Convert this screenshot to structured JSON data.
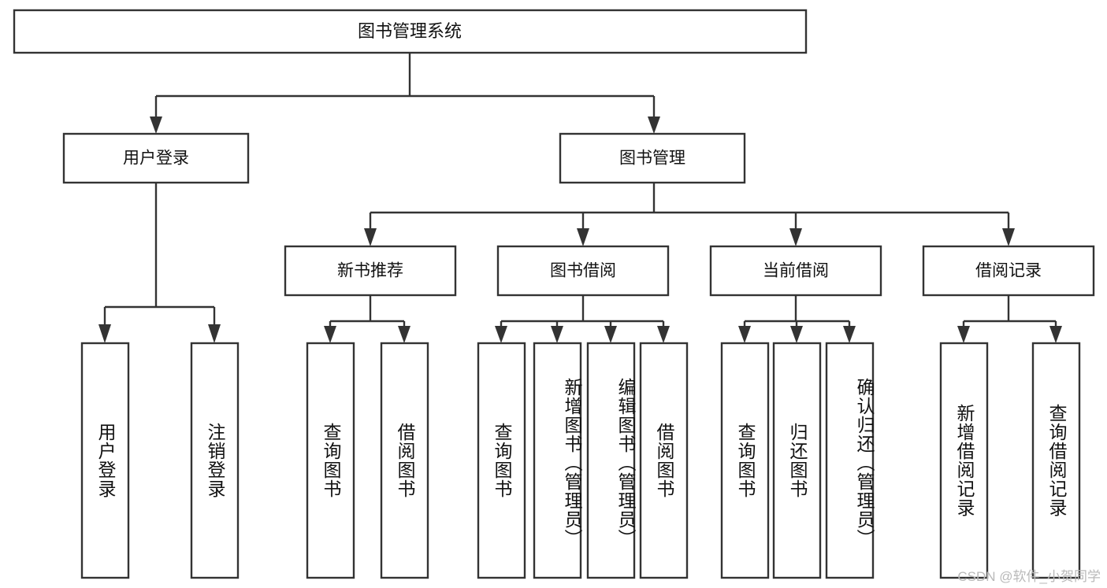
{
  "diagram": {
    "type": "tree-hierarchy-chart",
    "title": "图书管理系统",
    "root": {
      "id": "root",
      "label": "图书管理系统"
    },
    "level2": [
      {
        "id": "user-login",
        "label": "用户登录"
      },
      {
        "id": "book-management",
        "label": "图书管理"
      }
    ],
    "level3": [
      {
        "id": "new-book-recommend",
        "label": "新书推荐",
        "parent": "book-management"
      },
      {
        "id": "book-borrow",
        "label": "图书借阅",
        "parent": "book-management"
      },
      {
        "id": "current-borrow",
        "label": "当前借阅",
        "parent": "book-management"
      },
      {
        "id": "borrow-record",
        "label": "借阅记录",
        "parent": "book-management"
      }
    ],
    "leaves": {
      "user-login": [
        {
          "id": "leaf-user-login",
          "label": "用户登录"
        },
        {
          "id": "leaf-logout-login",
          "label": "注销登录"
        }
      ],
      "new-book-recommend": [
        {
          "id": "leaf-query-book-1",
          "label": "查询图书"
        },
        {
          "id": "leaf-borrow-book-1",
          "label": "借阅图书"
        }
      ],
      "book-borrow": [
        {
          "id": "leaf-query-book-2",
          "label": "查询图书"
        },
        {
          "id": "leaf-add-book",
          "label": "新增图书（管理员）"
        },
        {
          "id": "leaf-edit-book",
          "label": "编辑图书（管理员）"
        },
        {
          "id": "leaf-borrow-book-2",
          "label": "借阅图书"
        }
      ],
      "current-borrow": [
        {
          "id": "leaf-query-book-3",
          "label": "查询图书"
        },
        {
          "id": "leaf-return-book",
          "label": "归还图书"
        },
        {
          "id": "leaf-confirm-return",
          "label": "确认归还（管理员）"
        }
      ],
      "borrow-record": [
        {
          "id": "leaf-add-record",
          "label": "新增借阅记录"
        },
        {
          "id": "leaf-query-record",
          "label": "查询借阅记录"
        }
      ]
    },
    "colors": {
      "stroke": "#333333",
      "fill": "#ffffff",
      "text": "#111111",
      "background": "#ffffff",
      "watermark": "#b9b9b9"
    }
  },
  "watermark": {
    "text": "CSDN @软件_小贺同学"
  }
}
